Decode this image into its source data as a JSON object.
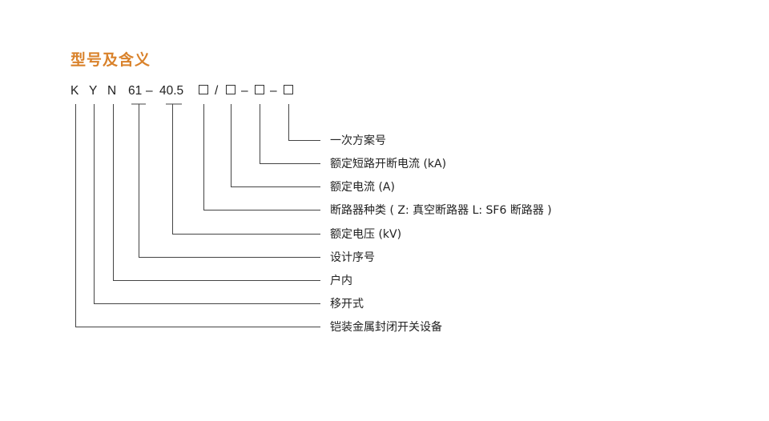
{
  "title": "型号及含义",
  "code": {
    "k": "K",
    "y": "Y",
    "n": "N",
    "series": "61",
    "dash1": "–",
    "voltage": "40.5",
    "slash": "/",
    "dash2": "–",
    "dash3": "–"
  },
  "meanings": [
    "一次方案号",
    "额定短路开断电流 (kA)",
    "额定电流 (A)",
    "断路器种类 ( Z: 真空断路器  L: SF6 断路器 )",
    "额定电压 (kV)",
    "设计序号",
    "户内",
    "移开式",
    "铠装金属封闭开关设备"
  ]
}
